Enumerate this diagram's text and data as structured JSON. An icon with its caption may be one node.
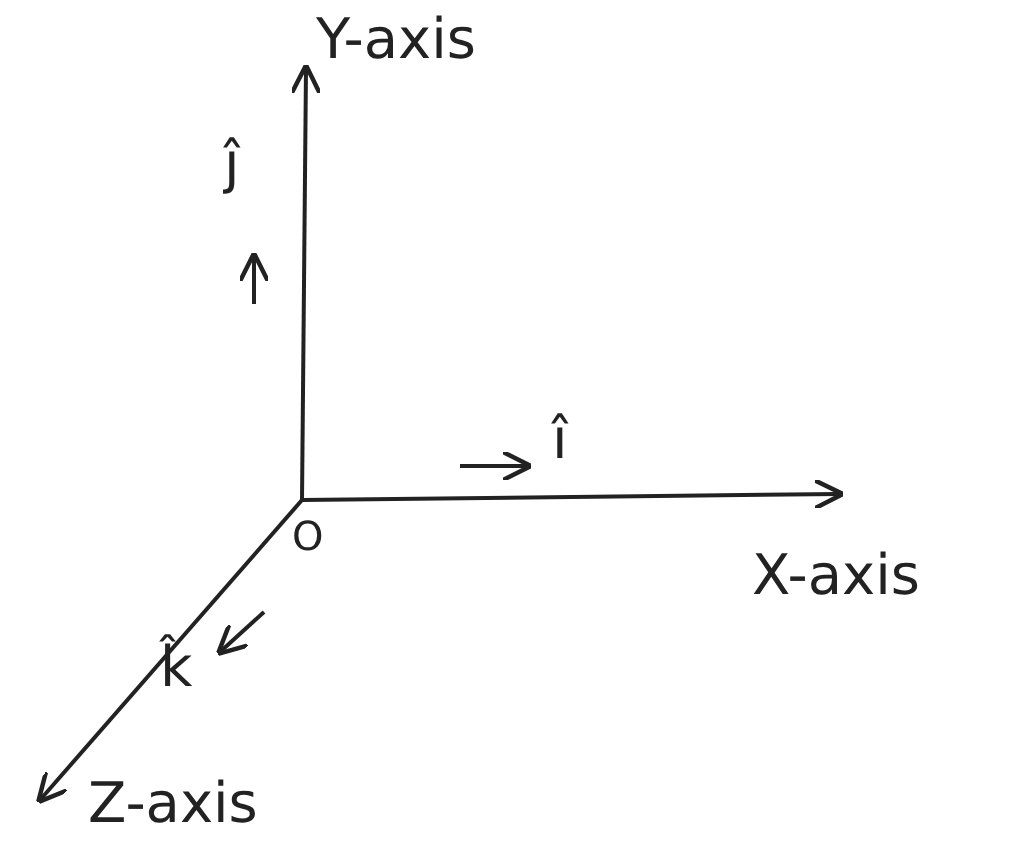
{
  "diagram": {
    "labels": [
      "Y-axis",
      "ĵ",
      "î",
      "O",
      "X-axis",
      "k̂",
      "Z-axis"
    ]
  }
}
